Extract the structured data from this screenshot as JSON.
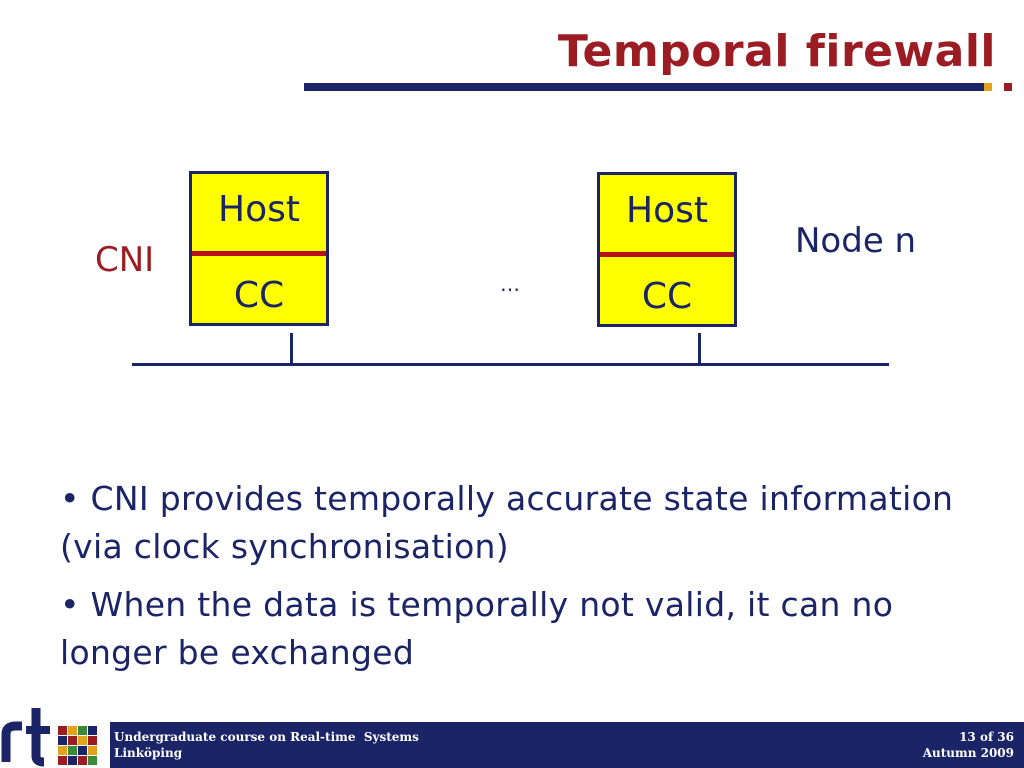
{
  "slide": {
    "title": "Temporal firewall",
    "colors": {
      "title": "#9b1c22",
      "navy": "#1a2466",
      "box_fill": "#ffff00",
      "divider": "#b5121b"
    }
  },
  "diagram": {
    "cni_label": "CNI",
    "node_n_label": "Node n",
    "ellipsis": "…",
    "nodes": [
      {
        "host_label": "Host",
        "cc_label": "CC"
      },
      {
        "host_label": "Host",
        "cc_label": "CC"
      }
    ]
  },
  "bullets": [
    "• CNI provides temporally accurate state information (via clock synchronisation)",
    "• When the data is temporally not valid, it can no longer be exchanged"
  ],
  "footer": {
    "course": "Undergraduate course on Real-time  Systems",
    "location": "Linköping",
    "page": "13 of 36",
    "term": "Autumn 2009",
    "logo_icon": "rts-logo-icon"
  }
}
